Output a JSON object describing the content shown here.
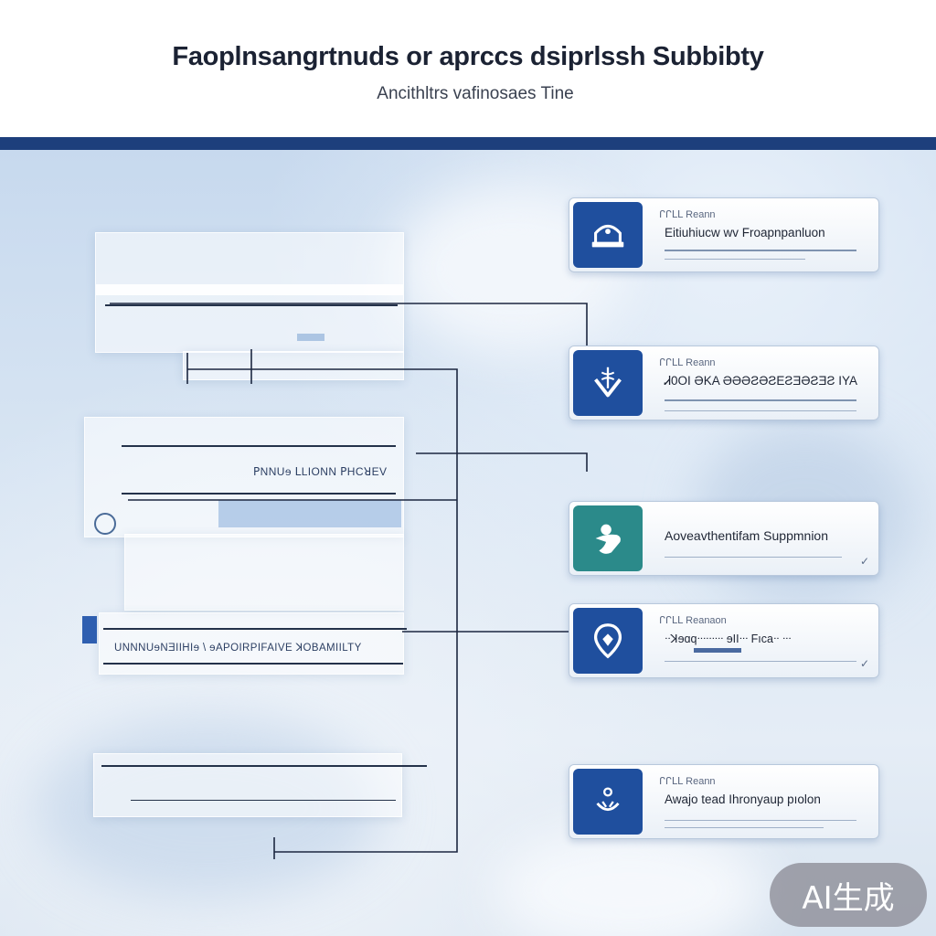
{
  "header": {
    "title": "Faoplnsangrtnuds or aprccs dsiprlssh Subbibty",
    "subtitle": "Ancithltrs vafinosaes Tine"
  },
  "panels": [
    {
      "label": ""
    },
    {
      "label": ""
    },
    {
      "label": "ꓑNNUɘ ꓡLIONN ꓑHCꓤEV"
    },
    {
      "label": "UNNNUɘNƎIIHIɘ \\ ɘAPOIRPIFAIVE ꓘOBAMIILTY"
    },
    {
      "label": ""
    }
  ],
  "cards": [
    {
      "icon": "helmet-icon",
      "icon_color": "#1f4f9e",
      "tag": "ᒋᒋᒪᒪ Reann",
      "line1": "Eitiuhiucw wv Froapnpanluon",
      "solo": false
    },
    {
      "icon": "caduceus-icon",
      "icon_color": "#1f4f9e",
      "tag": "ᒋᒋᒪᒪ Reann",
      "line1": "Ꮧ0OI ƏKA ƏƏƏƧƏƧEƧƎƏƧƎƧ IYA",
      "solo": false
    },
    {
      "icon": "care-hand-icon",
      "icon_color": "#2b8a8a",
      "tag": "",
      "line1": "Aoveavthentifam Suppmnion",
      "solo": true
    },
    {
      "icon": "location-pin-icon",
      "icon_color": "#1f4f9e",
      "tag": "ᒋᒋᒪᒪ Reanaon",
      "line1": "ᐧᐧꓘɘɑqᐧᐧᐧᐧᐧᐧᐧᐧᐧ ɘIIᐧᐧᐧ Fıcaᐧᐧ ᐧᐧᐧ",
      "solo": false
    },
    {
      "icon": "person-hands-icon",
      "icon_color": "#1f4f9e",
      "tag": "ᒋᒋᒪᒪ Reann",
      "line1": "Awajo tead Ihronyaup pıolon",
      "solo": false
    }
  ],
  "badge": {
    "label": "AI生成"
  }
}
